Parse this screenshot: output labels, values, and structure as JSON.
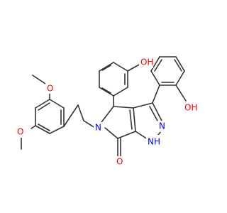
{
  "colors": {
    "background": "#ffffff",
    "bond": "#333333",
    "oxygen": "#ff0000",
    "nitrogen": "#0000ff"
  },
  "atoms": {
    "oh_top": "OH",
    "oh_right": "OH",
    "o_meo_top": "O",
    "o_meo_bottom": "O",
    "n_ring": "N",
    "o_carbonyl": "O",
    "n_pyrazole": "N",
    "nh_pyrazole": "NH"
  }
}
